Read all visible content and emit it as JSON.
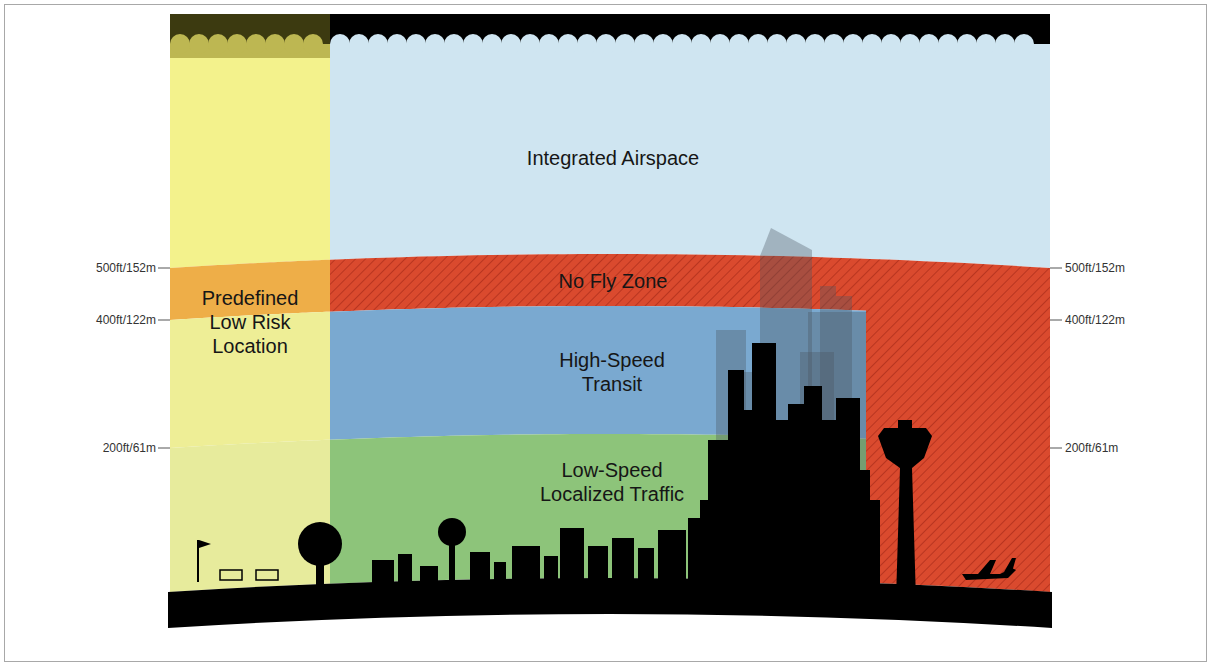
{
  "diagram": {
    "nodes": [
      {
        "text": [
          "Integrated Airspace"
        ]
      },
      {
        "text": [
          "Predefined Low Risk Location"
        ]
      },
      {
        "text": [
          "No Fly Zone"
        ]
      },
      {
        "text": [
          "High-Speed Transit"
        ]
      },
      {
        "text": [
          "Low-Speed Localized Traffic"
        ]
      }
    ],
    "labels": [
      "500ft/152m",
      "400ft/122m",
      "200ft/61m",
      "500ft/152m",
      "400ft/122m",
      "200ft/61m"
    ]
  }
}
